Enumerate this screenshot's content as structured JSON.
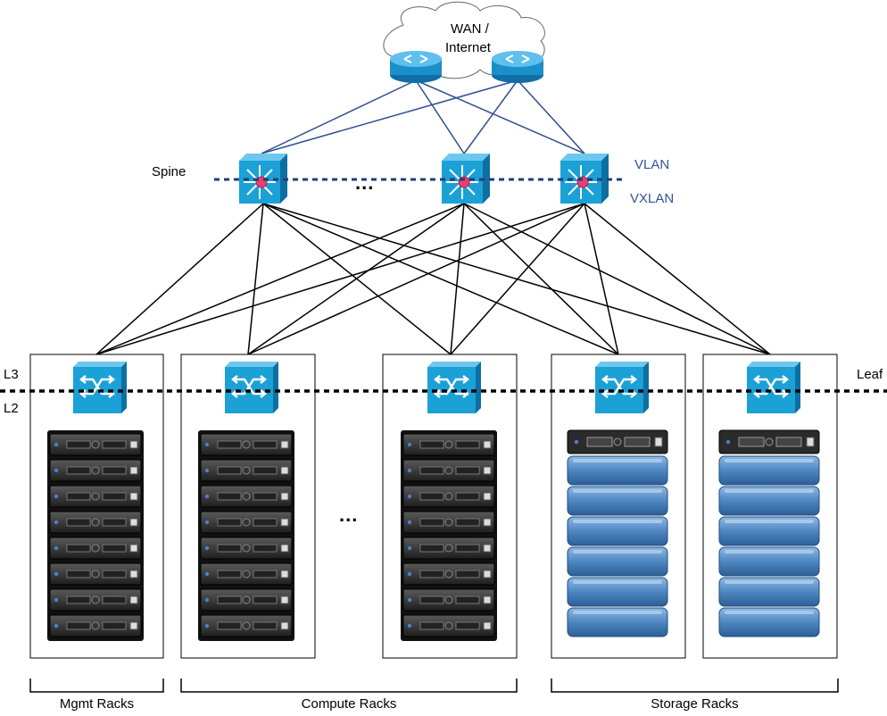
{
  "wan": {
    "label_line1": "WAN /",
    "label_line2": "Internet"
  },
  "layers": {
    "spine": "Spine",
    "leaf": "Leaf",
    "l3": "L3",
    "l2": "L2",
    "vlan": "VLAN",
    "vxlan": "VXLAN"
  },
  "ellipsis": "...",
  "groups": {
    "mgmt": "Mgmt Racks",
    "compute": "Compute Racks",
    "storage": "Storage Racks"
  },
  "colors": {
    "switch_blue": "#1ba1d6",
    "router_blue": "#1b8fc9",
    "wan_links": "#2f4f8f",
    "storage_blue": "#4d86c1",
    "server_dark": "#2b2b2b"
  },
  "icons": {
    "router": "router-icon",
    "spine_switch": "multilayer-switch-icon",
    "leaf_switch": "layer2-switch-icon",
    "server_rack": "server-rack-icon",
    "storage": "storage-array-icon",
    "cloud": "cloud-icon"
  }
}
